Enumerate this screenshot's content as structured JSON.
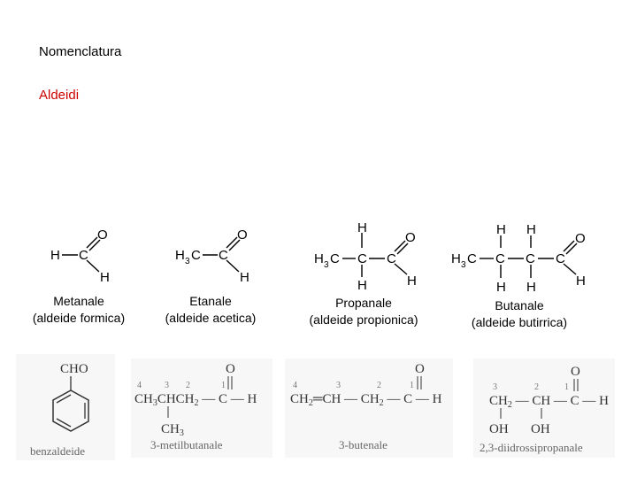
{
  "slide": {
    "title": "Nomenclatura",
    "subtitle": "Aldeidi",
    "subtitle_color": "#cc0000"
  },
  "aldehydes": [
    {
      "name": "Metanale",
      "common": "(aldeide formica)"
    },
    {
      "name": "Etanale",
      "common": "(aldeide acetica)"
    },
    {
      "name": "Propanale",
      "common": "(aldeide propionica)"
    },
    {
      "name": "Butanale",
      "common": "(aldeide butirrica)"
    }
  ],
  "examples": [
    {
      "name": "benzaldeide",
      "group": "CHO"
    },
    {
      "name": "3-metilbutanale"
    },
    {
      "name": "3-butenale"
    },
    {
      "name": "2,3-diidrossipropanale"
    }
  ]
}
